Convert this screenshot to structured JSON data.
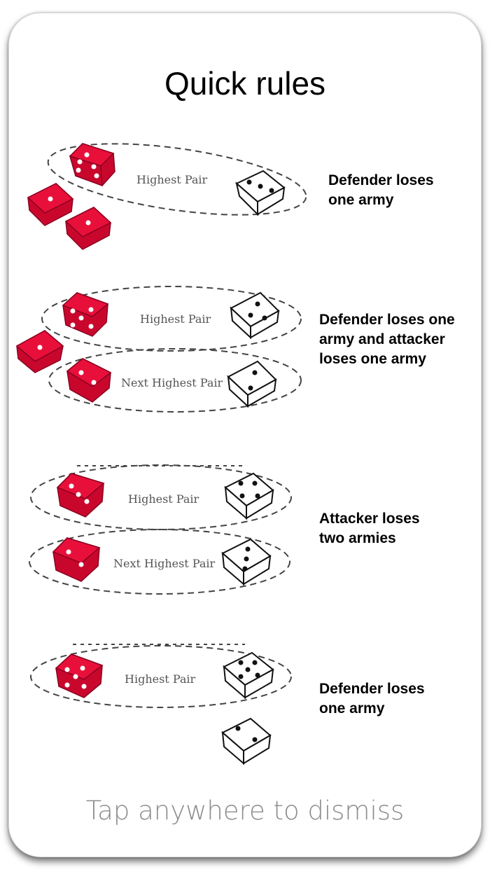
{
  "title": "Quick rules",
  "dismiss_hint": "Tap anywhere to dismiss",
  "colors": {
    "attacker_die": "#e8103a",
    "defender_die": "#ffffff",
    "text": "#000000",
    "hint": "#8c8c8c"
  },
  "scenarios": [
    {
      "outcome": "Defender loses\none army",
      "pairs": [
        "Highest Pair"
      ]
    },
    {
      "outcome": "Defender loses one\narmy and attacker\nloses one army",
      "pairs": [
        "Highest Pair",
        "Next Highest Pair"
      ]
    },
    {
      "outcome": "Attacker loses\ntwo armies",
      "pairs": [
        "Highest Pair",
        "Next Highest Pair"
      ]
    },
    {
      "outcome": "Defender loses\none army",
      "pairs": [
        "Highest Pair"
      ]
    }
  ]
}
